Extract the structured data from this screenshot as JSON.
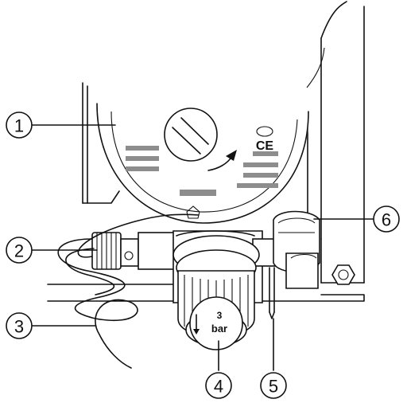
{
  "diagram": {
    "callouts": [
      {
        "id": "1",
        "label": "1"
      },
      {
        "id": "2",
        "label": "2"
      },
      {
        "id": "3",
        "label": "3"
      },
      {
        "id": "4",
        "label": "4"
      },
      {
        "id": "5",
        "label": "5"
      },
      {
        "id": "6",
        "label": "6"
      }
    ],
    "dial": {
      "value": "3",
      "unit": "bar"
    },
    "marking": "CE",
    "colors": {
      "line": "#111111",
      "label_bars": "#8d8d8d",
      "background": "#ffffff"
    }
  }
}
